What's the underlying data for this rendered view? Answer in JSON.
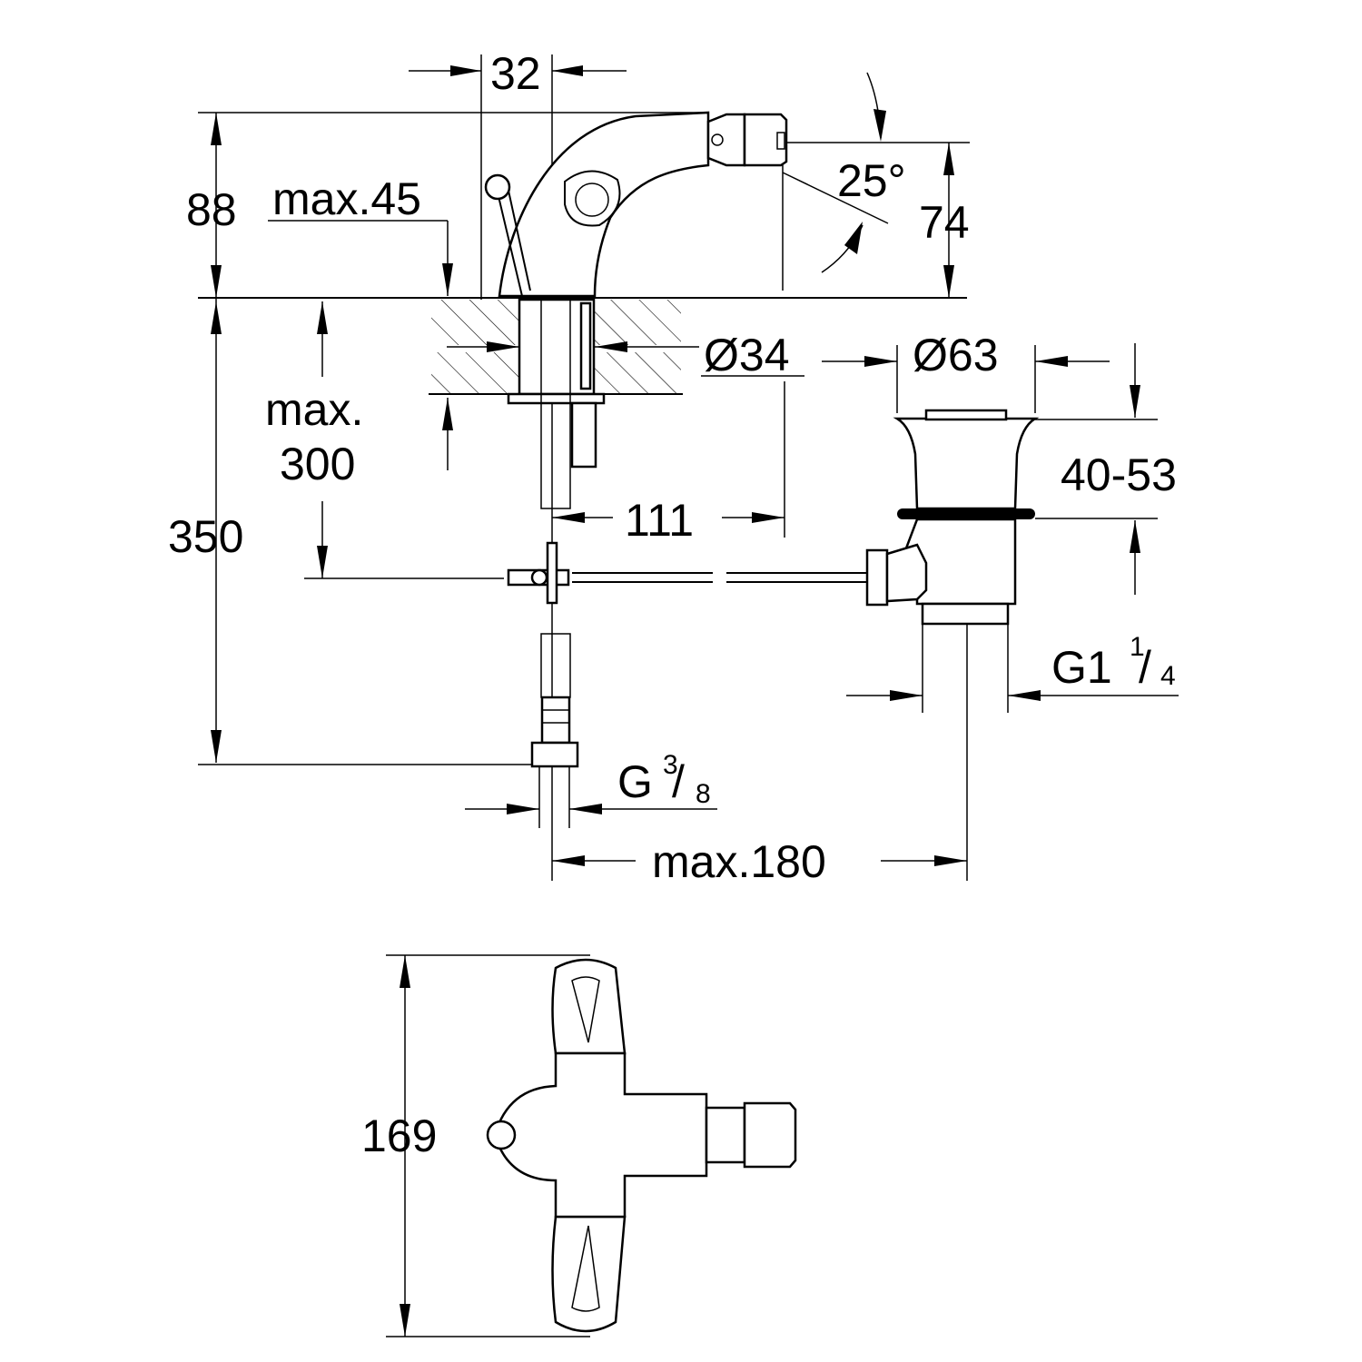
{
  "dimensions": {
    "d32": "32",
    "d88": "88",
    "max45": "max.45",
    "angle25": "25°",
    "d74": "74",
    "dia34": "Ø34",
    "dia63": "Ø63",
    "max_label": "max.",
    "max_value": "300",
    "d350": "350",
    "d111": "111",
    "range_40_53": "40-53",
    "g114_main": "G1",
    "g114_num": "1",
    "g114_den": "4",
    "g38_main": "G",
    "g38_num": "3",
    "g38_den": "8",
    "max180": "max.180",
    "d169": "169"
  }
}
